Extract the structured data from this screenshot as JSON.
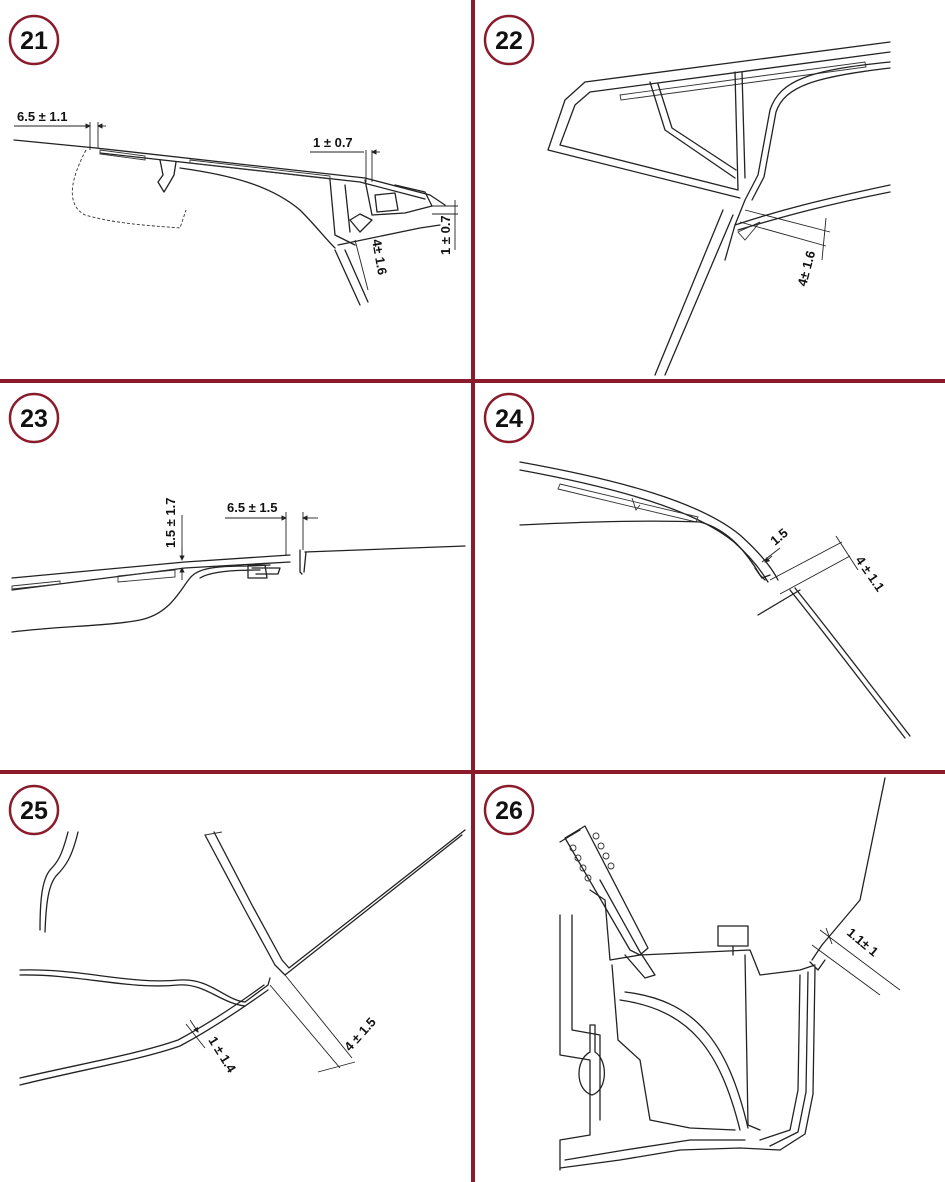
{
  "colors": {
    "divider": "#8b1a2b",
    "ink": "#222222",
    "badge_ring": "#8b1a2b"
  },
  "panels": [
    {
      "number": "21",
      "dims": [
        "6.5 ± 1.1",
        "1 ± 0.7",
        "1 ± 0.7",
        "4± 1.6"
      ]
    },
    {
      "number": "22",
      "dims": [
        "4± 1.6"
      ]
    },
    {
      "number": "23",
      "dims": [
        "1.5 ± 1.7",
        "6.5 ± 1.5"
      ]
    },
    {
      "number": "24",
      "dims": [
        "1.5",
        "4 ± 1.1"
      ]
    },
    {
      "number": "25",
      "dims": [
        "4 ± 1.5",
        "1 ± 1.4"
      ]
    },
    {
      "number": "26",
      "dims": [
        "1.1± 1"
      ]
    }
  ]
}
